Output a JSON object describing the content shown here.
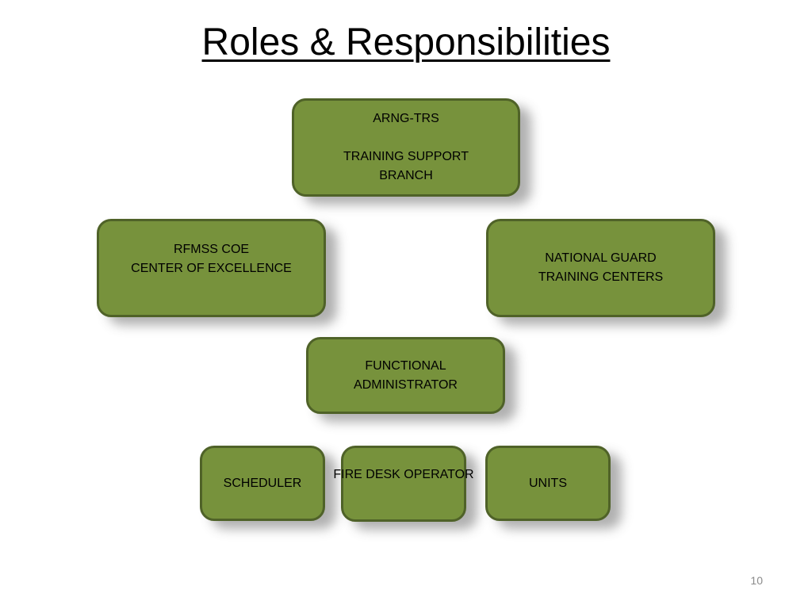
{
  "slide": {
    "title": "Roles & Responsibilities",
    "page_number": "10"
  },
  "boxes": {
    "arng_trs": {
      "line1": "ARNG-TRS",
      "line2": "TRAINING SUPPORT",
      "line3": "BRANCH"
    },
    "rfmss_coe": {
      "line1": "RFMSS COE",
      "line2": "CENTER OF EXCELLENCE"
    },
    "ngtc": {
      "line1": "NATIONAL GUARD",
      "line2": "TRAINING CENTERS"
    },
    "functional_admin": {
      "line1": "FUNCTIONAL",
      "line2": "ADMINISTRATOR"
    },
    "scheduler": {
      "line1": "SCHEDULER"
    },
    "fire_desk": {
      "line1": "FIRE DESK OPERATOR"
    },
    "units": {
      "line1": "UNITS"
    }
  },
  "colors": {
    "box_fill": "#77923c",
    "box_border": "#4f6228"
  }
}
